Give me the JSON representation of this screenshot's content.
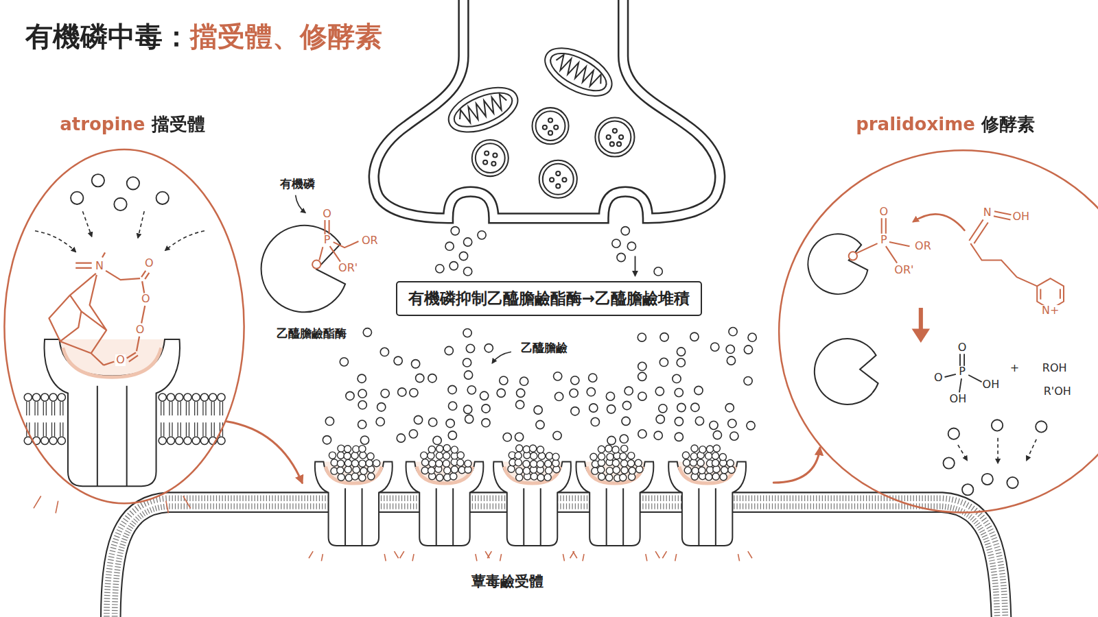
{
  "diagram": {
    "title": "有機磷中毒：擋受體、修酵素",
    "nodes": [
      {
        "text": [
          "atropine 擋受體"
        ]
      },
      {
        "text": [
          "有機磷抑制乙醯膽鹼酯酶→乙醯膽鹼堆積"
        ]
      },
      {
        "text": [
          "pralidoxime 修酵素"
        ]
      },
      {
        "text": [
          "蕈毒鹼受體"
        ]
      }
    ],
    "edges": [
      {
        "from": 0,
        "to": 3,
        "arrow": "to"
      },
      {
        "from": 3,
        "to": 2,
        "arrow": "to"
      }
    ],
    "labels": [
      "有機磷",
      "O",
      "P",
      "OR",
      "OR'",
      "乙醯膽鹼酯酶",
      "乙醯膽鹼",
      "N",
      "O",
      "O",
      "O",
      "O",
      "O",
      "P",
      "OR",
      "OR'",
      "N",
      "OH",
      "N+",
      "O",
      "P",
      "O",
      "OH",
      "OH",
      "+",
      "ROH",
      "R'OH"
    ]
  }
}
